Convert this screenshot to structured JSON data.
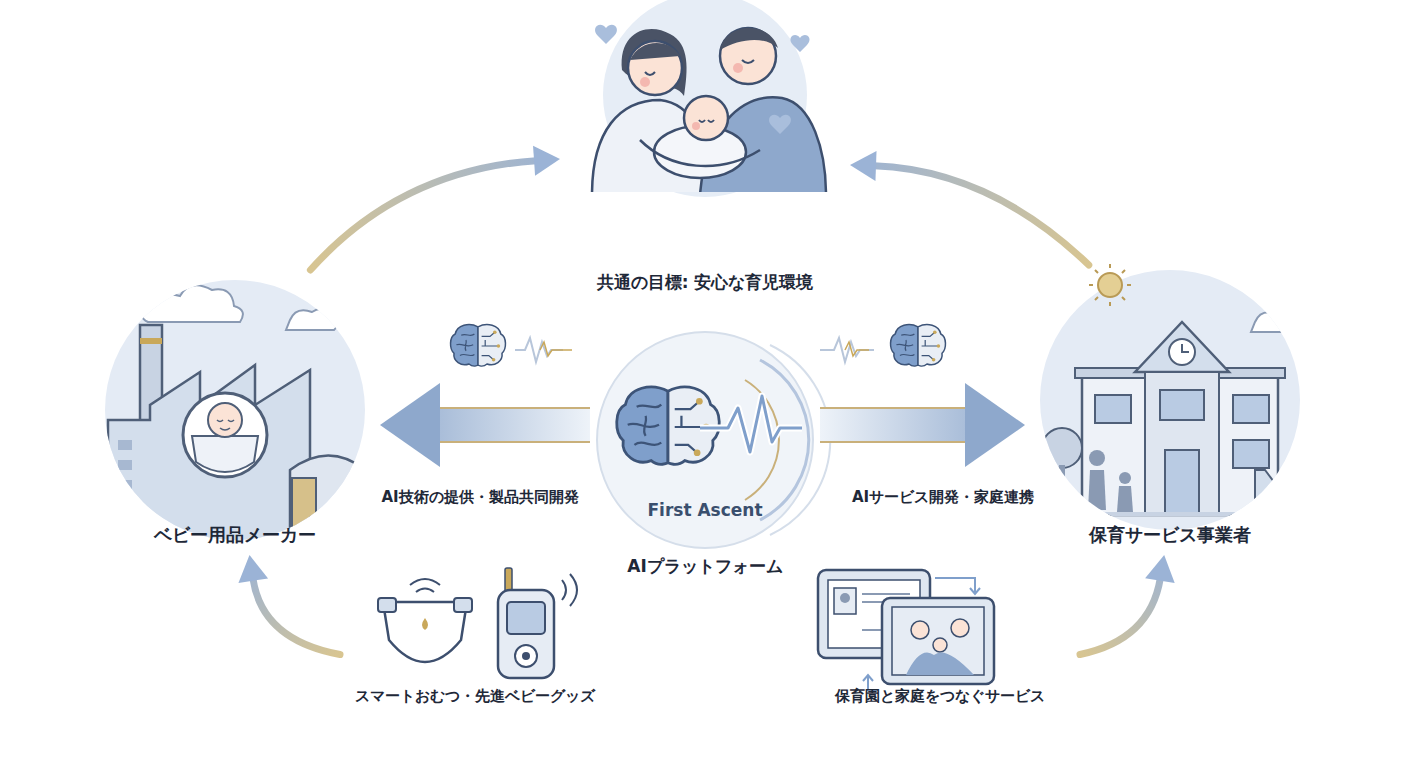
{
  "diagram": {
    "nodes": [
      {
        "text": [
          "共通の目標: 安心な育児環境"
        ]
      },
      {
        "text": [
          "ベビー用品メーカー"
        ]
      },
      {
        "text": [
          "First Ascent",
          "AIプラットフォーム"
        ]
      },
      {
        "text": [
          "保育サービス事業者"
        ]
      },
      {
        "text": [
          "スマートおむつ・先進ベビーグッズ"
        ]
      },
      {
        "text": [
          "保育園と家庭をつなぐサービス"
        ]
      }
    ],
    "edges": [
      {
        "from": 2,
        "to": 1,
        "label": "AI技術の提供・製品共同開発",
        "arrow": "to"
      },
      {
        "from": 2,
        "to": 3,
        "label": "AIサービス開発・家庭連携",
        "arrow": "to"
      },
      {
        "from": 1,
        "to": 0,
        "arrow": "to"
      },
      {
        "from": 3,
        "to": 0,
        "arrow": "to"
      },
      {
        "from": 4,
        "to": 1,
        "arrow": "to"
      },
      {
        "from": 5,
        "to": 3,
        "arrow": "to"
      }
    ]
  }
}
